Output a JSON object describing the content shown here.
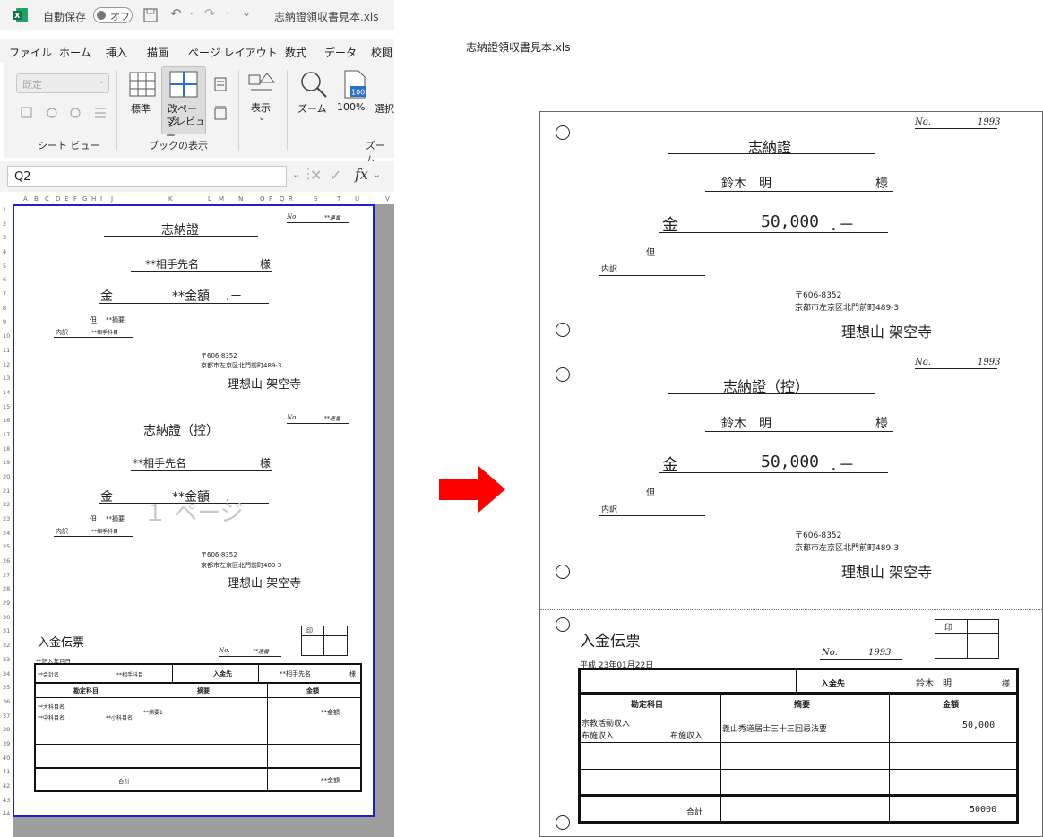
{
  "excel": {
    "autosave_label": "自動保存",
    "autosave_state": "オフ",
    "window_title": "志納證領収書見本.xls",
    "tabs": [
      "ファイル",
      "ホーム",
      "挿入",
      "描画",
      "ページ レイアウト",
      "数式",
      "データ",
      "校閲"
    ],
    "ribbon": {
      "style_dropdown": "既定",
      "group_sheet_view": "シート ビュー",
      "btn_normal": "標準",
      "btn_page_break_1": "改ページ",
      "btn_page_break_2": "プレビュー",
      "group_book_view": "ブックの表示",
      "btn_show": "表示",
      "btn_zoom": "ズーム",
      "btn_100": "100%",
      "btn_select": "選択",
      "group_zoom": "ズーム",
      "zoom_badge": "100"
    },
    "name_box": "Q2",
    "fx_label": "fx",
    "column_headers": [
      "A",
      "B",
      "C",
      "D",
      "E",
      "F",
      "G",
      "H",
      "I",
      "J",
      "K",
      "L",
      "M",
      "N",
      "O",
      "P",
      "Q",
      "R",
      "S",
      "T",
      "U",
      "V"
    ],
    "row_headers": [
      "1",
      "2",
      "3",
      "4",
      "5",
      "6",
      "7",
      "8",
      "9",
      "10",
      "11",
      "12",
      "13",
      "14",
      "15",
      "16",
      "17",
      "18",
      "19",
      "20",
      "21",
      "22",
      "23",
      "24",
      "25",
      "26",
      "27",
      "28",
      "29",
      "30",
      "31",
      "32",
      "33",
      "34",
      "35",
      "36",
      "37",
      "38",
      "39",
      "40",
      "41",
      "42",
      "43",
      "44"
    ],
    "sheet": {
      "no_label": "No.",
      "no_value": "**連番",
      "title1": "志納證",
      "recipient": "**相手先名",
      "sama": "様",
      "kin": "金",
      "amount_placeholder": "**金額",
      "amount_suffix": ".－",
      "tadashi": "但",
      "tadashi_val": "**摘要",
      "naiyaku": "内訳",
      "naiyaku_val": "**相手科目",
      "postal": "〒606-8352",
      "address": "京都市左京区北門前町489-3",
      "temple": "理想山 架空寺",
      "title2": "志納證（控）",
      "page_watermark": "１ ページ",
      "slip_title": "入金伝票",
      "seal": "印",
      "date_placeholder": "**記入年月日",
      "row_a": "**会計名",
      "row_a2": "**相手科目",
      "nyukinsaki": "入金先",
      "nyukinsaki_val": "**相手先名",
      "col_kanjo": "勘定科目",
      "col_tekiyo": "摘要",
      "col_kingaku": "金額",
      "detail1": "**大科目名",
      "detail2": "**中科目名",
      "detail3": "**小科目名",
      "detail_tekiyo": "**摘要1",
      "detail_amount": "**金額",
      "total": "合計",
      "total_amount": "**金額"
    }
  },
  "preview": {
    "file_title": "志納證領収書見本.xls",
    "no_label": "No.",
    "no_value": "1993",
    "receipt1": {
      "title": "志納證",
      "recipient": "鈴木　明",
      "sama": "様",
      "kin": "金",
      "amount": "50,000",
      "amount_suffix": ".－",
      "tadashi": "但",
      "naiyaku": "内訳",
      "postal": "〒606-8352",
      "address": "京都市左京区北門前町489-3",
      "temple": "理想山 架空寺"
    },
    "receipt2": {
      "title": "志納證（控）",
      "recipient": "鈴木　明",
      "sama": "様",
      "kin": "金",
      "amount": "50,000",
      "amount_suffix": ".－",
      "tadashi": "但",
      "naiyaku": "内訳",
      "postal": "〒606-8352",
      "address": "京都市左京区北門前町489-3",
      "temple": "理想山 架空寺"
    },
    "slip": {
      "title": "入金伝票",
      "seal": "印",
      "date": "平成 23年01月22日",
      "nyukinsaki": "入金先",
      "recipient": "鈴木　明",
      "sama": "様",
      "col_kanjo": "勘定科目",
      "col_tekiyo": "摘要",
      "col_kingaku": "金額",
      "row1_account1": "宗教活動収入",
      "row1_account2": "布施収入",
      "row1_account3": "布施収入",
      "row1_tekiyo": "義山秀道居士三十三回忌法要",
      "row1_amount": "50,000",
      "total_label": "合計",
      "total_amount": "50000"
    }
  },
  "colors": {
    "excel_green": "#1d6f42",
    "page_border": "#1f1fd0",
    "arrow": "#ff0000",
    "grey": "#9d9d9d"
  }
}
